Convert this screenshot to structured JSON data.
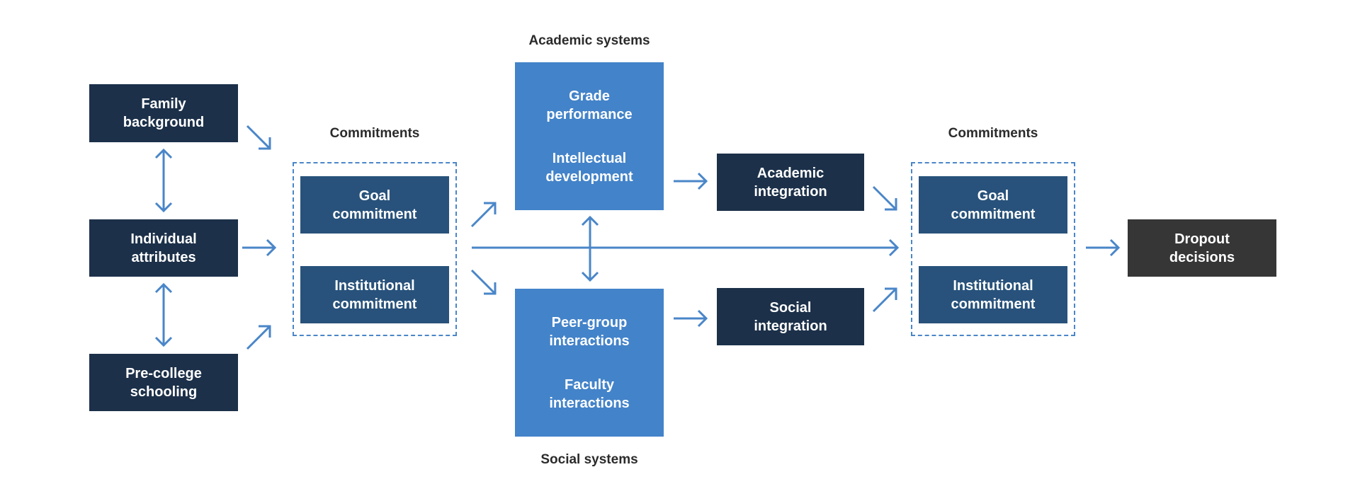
{
  "colors": {
    "dark_box": "#1c3049",
    "commitment_box": "#28527b",
    "system_box": "#4383c9",
    "outcome_box": "#363636",
    "arrow": "#4a86c8",
    "label_text": "#2b2b2b"
  },
  "inputs": {
    "family": [
      "Family",
      "background"
    ],
    "individual": [
      "Individual",
      "attributes"
    ],
    "precollege": [
      "Pre-college",
      "schooling"
    ]
  },
  "commitments_left": {
    "title": "Commitments",
    "goal": [
      "Goal",
      "commitment"
    ],
    "institutional": [
      "Institutional",
      "commitment"
    ]
  },
  "academic_systems": {
    "title": "Academic systems",
    "items": [
      [
        "Grade",
        "performance"
      ],
      [
        "Intellectual",
        "development"
      ]
    ]
  },
  "social_systems": {
    "title": "Social systems",
    "items": [
      [
        "Peer-group",
        "interactions"
      ],
      [
        "Faculty",
        "interactions"
      ]
    ]
  },
  "integration": {
    "academic": [
      "Academic",
      "integration"
    ],
    "social": [
      "Social",
      "integration"
    ]
  },
  "commitments_right": {
    "title": "Commitments",
    "goal": [
      "Goal",
      "commitment"
    ],
    "institutional": [
      "Institutional",
      "commitment"
    ]
  },
  "outcome": [
    "Dropout",
    "decisions"
  ],
  "edges": [
    {
      "from": "family",
      "to": "individual",
      "type": "bidirectional"
    },
    {
      "from": "individual",
      "to": "precollege",
      "type": "bidirectional"
    },
    {
      "from": "family",
      "to": "commitments_left",
      "type": "directed"
    },
    {
      "from": "individual",
      "to": "commitments_left",
      "type": "directed"
    },
    {
      "from": "precollege",
      "to": "commitments_left",
      "type": "directed"
    },
    {
      "from": "commitments_left",
      "to": "academic_systems",
      "type": "directed"
    },
    {
      "from": "commitments_left",
      "to": "commitments_right",
      "type": "directed"
    },
    {
      "from": "commitments_left",
      "to": "social_systems",
      "type": "directed"
    },
    {
      "from": "academic_systems",
      "to": "social_systems",
      "type": "bidirectional"
    },
    {
      "from": "academic_systems",
      "to": "academic_integration",
      "type": "directed"
    },
    {
      "from": "social_systems",
      "to": "social_integration",
      "type": "directed"
    },
    {
      "from": "academic_integration",
      "to": "commitments_right",
      "type": "directed"
    },
    {
      "from": "social_integration",
      "to": "commitments_right",
      "type": "directed"
    },
    {
      "from": "commitments_right",
      "to": "outcome",
      "type": "directed"
    }
  ]
}
